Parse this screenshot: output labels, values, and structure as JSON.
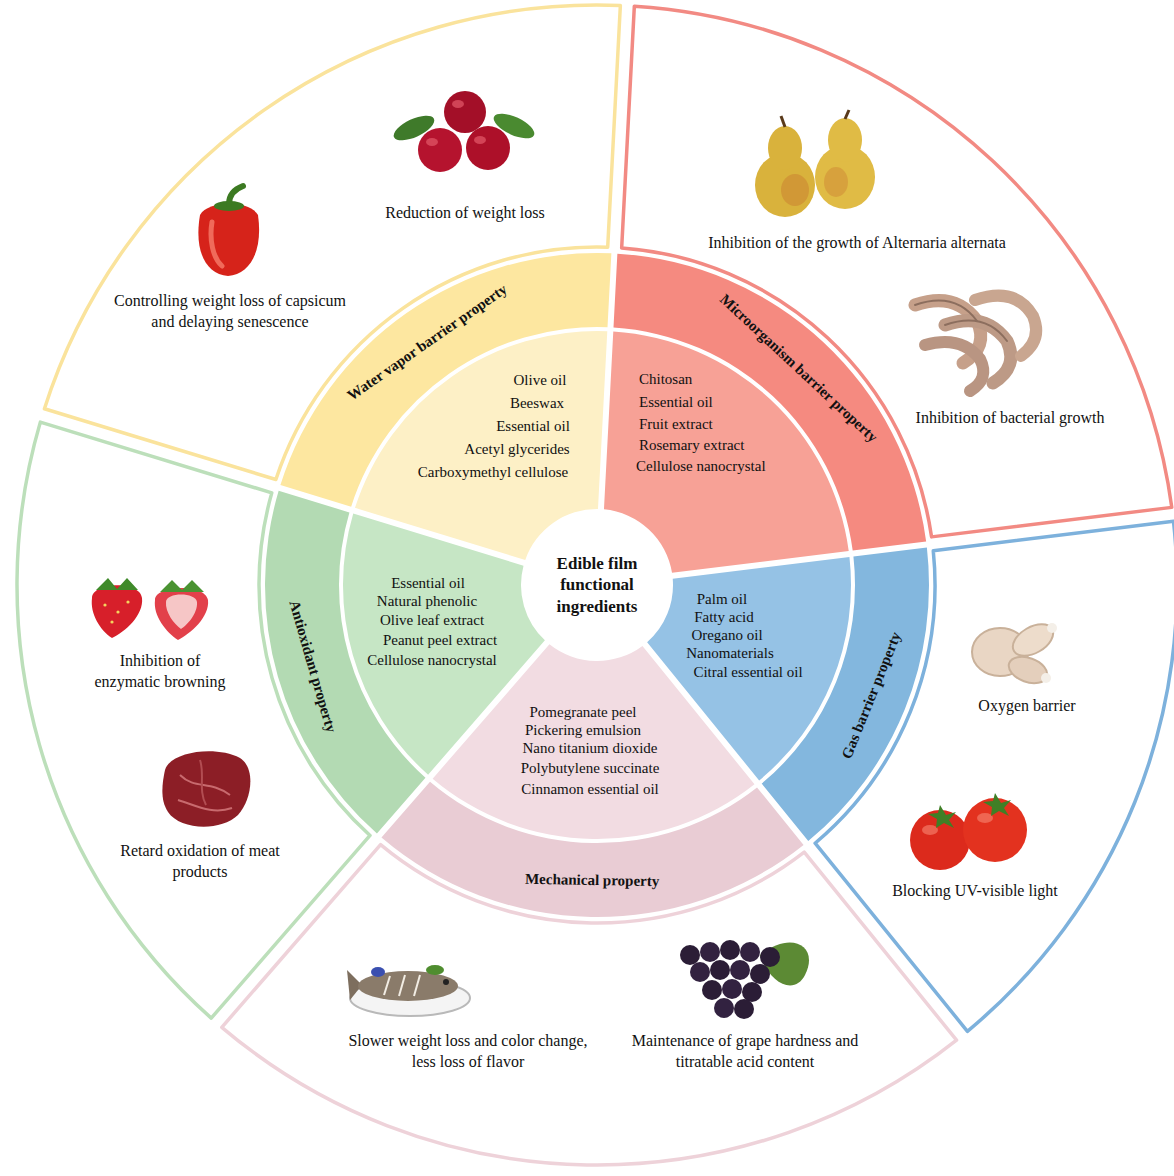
{
  "diagram": {
    "nodes": [
      {
        "text": [
          "Edible film functional ingredients"
        ]
      },
      {
        "text": [
          "Water vapor barrier property"
        ]
      },
      {
        "text": [
          "Olive oil",
          "Beeswax",
          "Essential oil",
          "Acetyl glycerides",
          "Carboxymethyl cellulose"
        ]
      },
      {
        "text": [
          "Reduction of weight loss",
          "Controlling weight loss of capsicum and delaying senescence"
        ]
      },
      {
        "text": [
          "Microorganism barrier property"
        ]
      },
      {
        "text": [
          "Chitosan",
          "Essential oil",
          "Fruit extract",
          "Rosemary extract",
          "Cellulose nanocrystal"
        ]
      },
      {
        "text": [
          "Inhibition of the growth of Alternaria alternata",
          "Inhibition of bacterial growth"
        ]
      },
      {
        "text": [
          "Gas barrier property"
        ]
      },
      {
        "text": [
          "Palm oil",
          "Fatty acid",
          "Oregano oil",
          "Nanomaterials",
          "Citral essential oil"
        ]
      },
      {
        "text": [
          "Oxygen barrier",
          "Blocking UV-visible light"
        ]
      },
      {
        "text": [
          "Mechanical property"
        ]
      },
      {
        "text": [
          "Pomegranate peel",
          "Pickering emulsion",
          "Nano titanium dioxide",
          "Polybutylene succinate",
          "Cinnamon essential oil"
        ]
      },
      {
        "text": [
          "Slower weight loss and color change, less loss of flavor",
          "Maintenance of grape hardness and titratable acid content"
        ]
      },
      {
        "text": [
          "Antioxidant property"
        ]
      },
      {
        "text": [
          "Essential oil",
          "Natural phenolic",
          "Olive leaf extract",
          "Peanut peel extract",
          "Cellulose nanocrystal"
        ]
      },
      {
        "text": [
          "Inhibition of enzymatic browning",
          "Retard oxidation of meat products"
        ]
      }
    ],
    "edges": []
  }
}
